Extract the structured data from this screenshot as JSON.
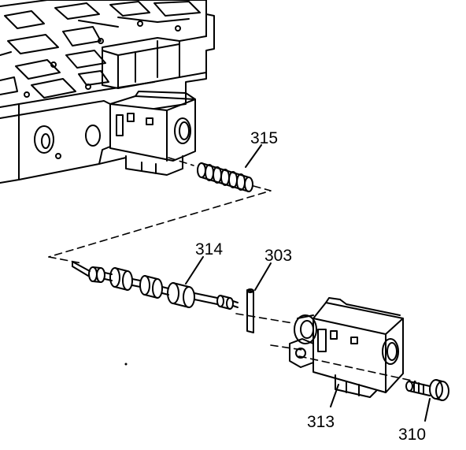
{
  "diagram": {
    "callouts": {
      "c315": "315",
      "c314": "314",
      "c303": "303",
      "c313": "313",
      "c310": "310"
    }
  }
}
